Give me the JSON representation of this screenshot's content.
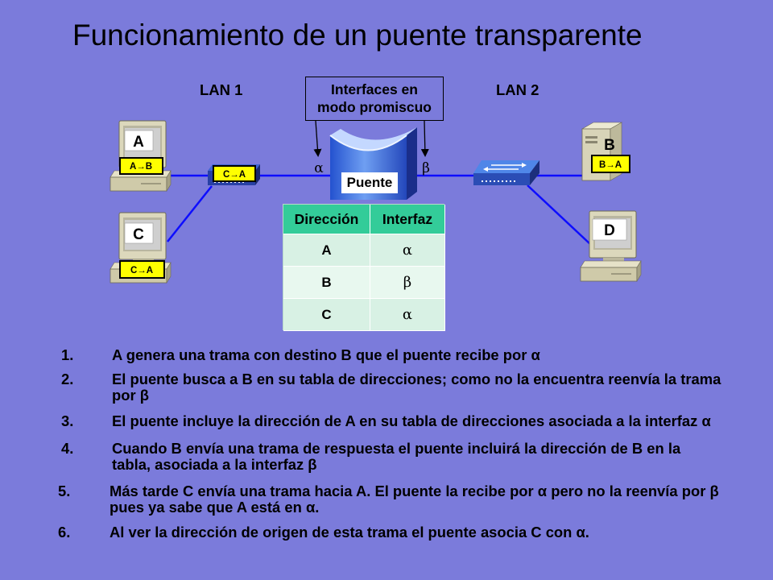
{
  "slide": {
    "title": "Funcionamiento de un puente transparente"
  },
  "diagram": {
    "lan1": "LAN 1",
    "lan2": "LAN 2",
    "callout": {
      "line1": "Interfaces en",
      "line2": "modo promiscuo"
    },
    "bridge": {
      "label": "Puente",
      "port_alpha": "α",
      "port_beta": "β"
    },
    "hosts": {
      "a": {
        "label": "A",
        "frame": "A→B",
        "icon": "desktop-computer-icon"
      },
      "b": {
        "label": "B",
        "frame": "B→A",
        "icon": "server-tower-icon"
      },
      "c": {
        "label": "C",
        "frame": "C→A",
        "icon": "desktop-computer-icon"
      },
      "d": {
        "label": "D",
        "icon": "desktop-computer-icon"
      }
    },
    "hub": {
      "frame": "C→A",
      "icon": "hub-icon"
    },
    "switch": {
      "icon": "switch-icon"
    }
  },
  "table": {
    "headers": [
      "Dirección",
      "Interfaz"
    ],
    "rows": [
      [
        "A",
        "α"
      ],
      [
        "B",
        "β"
      ],
      [
        "C",
        "α"
      ]
    ]
  },
  "steps": [
    {
      "num": "1.",
      "lines": [
        "A genera una trama con destino B que el puente recibe por α"
      ]
    },
    {
      "num": "2.",
      "lines": [
        "El puente busca a B en su tabla de direcciones; como no la encuentra reenvía la trama",
        "por β"
      ]
    },
    {
      "num": "3.",
      "lines": [
        "El puente incluye la dirección de A en su tabla de direcciones asociada a la interfaz α"
      ]
    },
    {
      "num": "4.",
      "lines": [
        "Cuando B envía una trama de respuesta el puente incluirá la dirección de B en la",
        "tabla, asociada a la interfaz β"
      ]
    },
    {
      "num": "5.",
      "lines": [
        "Más tarde C envía una trama hacia A. El puente la recibe por α pero no la reenvía por β",
        "pues ya sabe que A está en α."
      ]
    },
    {
      "num": "6.",
      "lines": [
        "Al ver la dirección de origen de esta trama el puente asocia C con α."
      ]
    }
  ],
  "colors": {
    "background": "#7b7bdb",
    "lan_line": "#0d0dff",
    "table_header": "#33cc99",
    "table_row": "#d8f1e4",
    "table_row_alt": "#e8f8ef",
    "frame_label": "#ffff00"
  }
}
